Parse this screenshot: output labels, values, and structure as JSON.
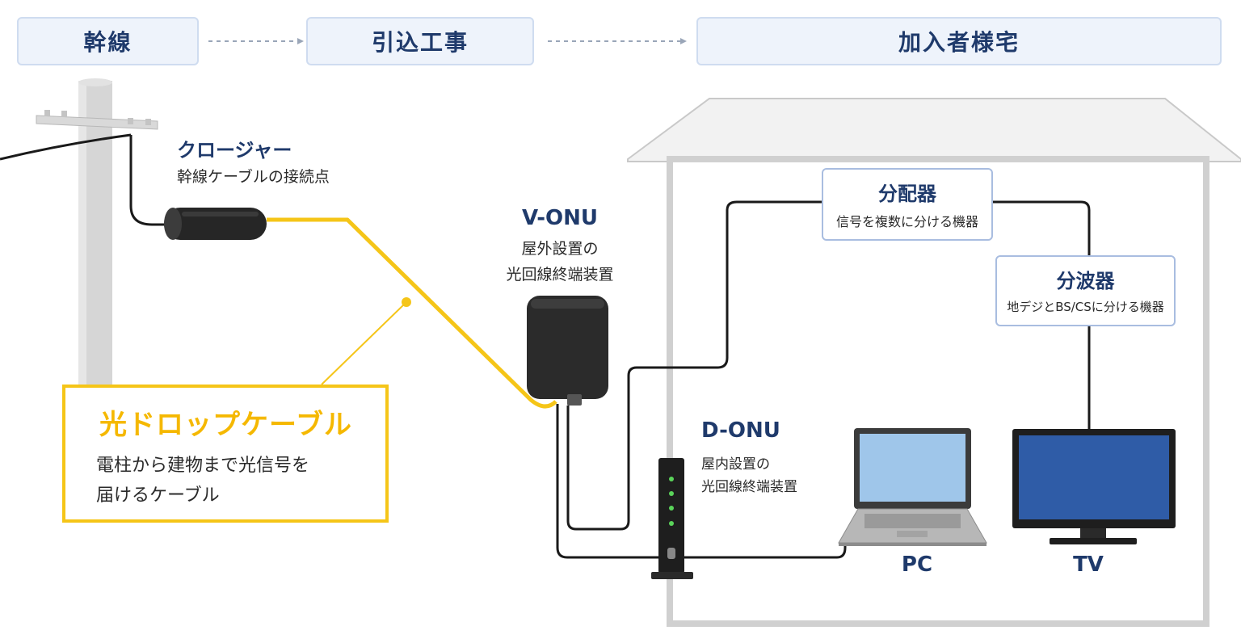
{
  "stages": {
    "trunk": "幹線",
    "service_drop_work": "引込工事",
    "subscriber_home": "加入者様宅"
  },
  "closure": {
    "title": "クロージャー",
    "description": "幹線ケーブルの接続点"
  },
  "drop_cable": {
    "title": "光ドロップケーブル",
    "description_line1": "電柱から建物まで光信号を",
    "description_line2": "届けるケーブル"
  },
  "v_onu": {
    "title": "V-ONU",
    "description_line1": "屋外設置の",
    "description_line2": "光回線終端装置"
  },
  "d_onu": {
    "title": "D-ONU",
    "description_line1": "屋内設置の",
    "description_line2": "光回線終端装置"
  },
  "splitter": {
    "title": "分配器",
    "description": "信号を複数に分ける機器"
  },
  "diplexer": {
    "title": "分波器",
    "description": "地デジとBS/CSに分ける機器"
  },
  "devices": {
    "pc_label": "PC",
    "tv_label": "TV"
  },
  "colors": {
    "navy": "#1f3a6b",
    "fiber_yellow": "#f5c518",
    "cable_black": "#1a1a1a",
    "stage_fill": "#eef3fb",
    "info_border": "#a9bde0"
  }
}
